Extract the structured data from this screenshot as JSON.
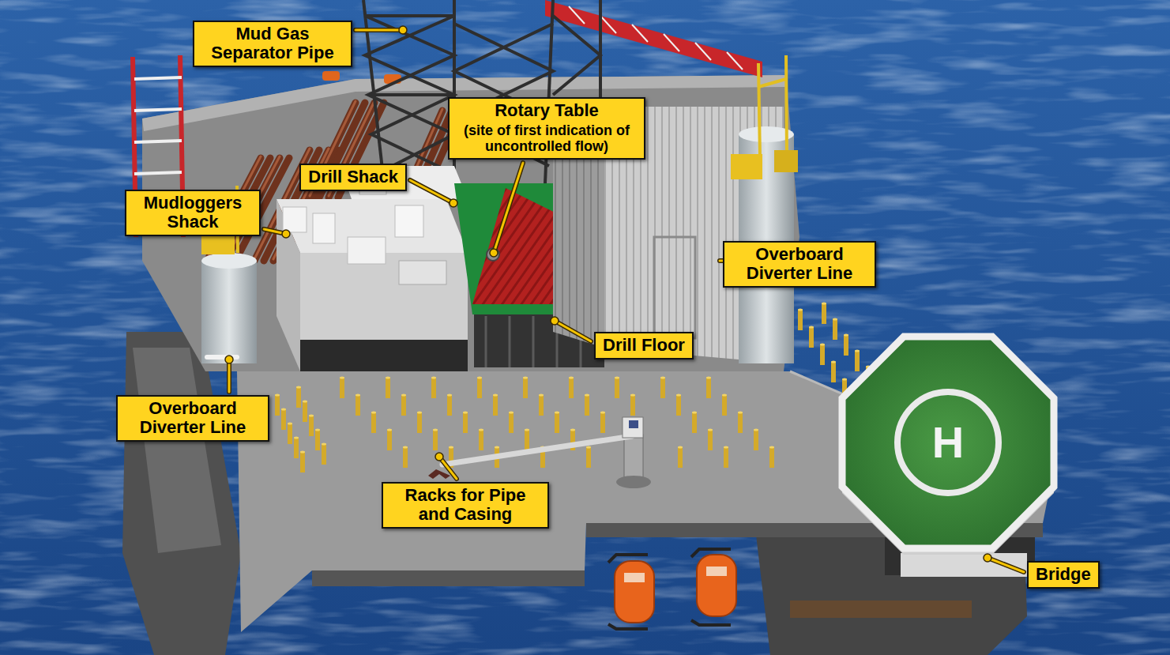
{
  "diagram": {
    "nodes": [
      {
        "text": [
          "Mud Gas Separator Pipe"
        ]
      },
      {
        "text": [
          "Rotary Table",
          "(site of first indication of uncontrolled flow)"
        ]
      },
      {
        "text": [
          "Drill Shack"
        ]
      },
      {
        "text": [
          "Mudloggers Shack"
        ]
      },
      {
        "text": [
          "Overboard Diverter Line"
        ]
      },
      {
        "text": [
          "Drill Floor"
        ]
      },
      {
        "text": [
          "Overboard Diverter Line"
        ]
      },
      {
        "text": [
          "Racks for Pipe and Casing"
        ]
      },
      {
        "text": [
          "Bridge"
        ]
      }
    ],
    "labels": [
      "H"
    ]
  }
}
